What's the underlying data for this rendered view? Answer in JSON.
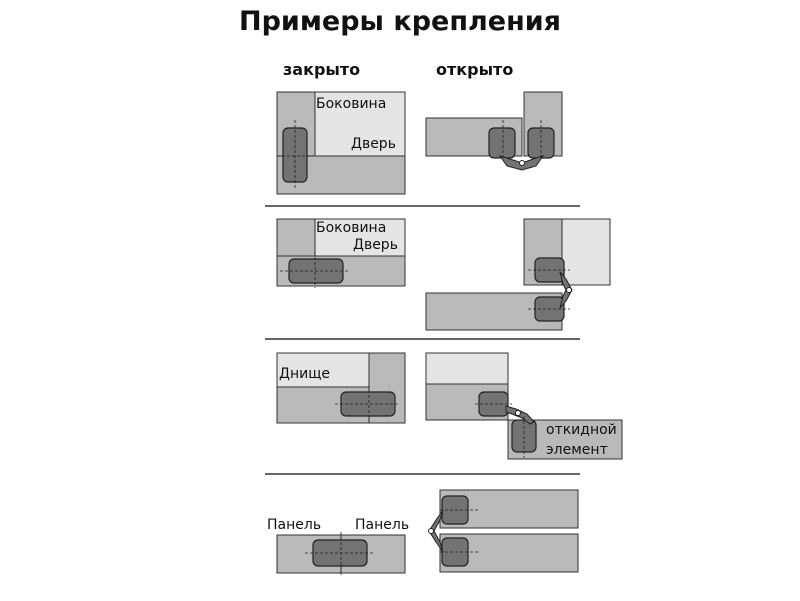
{
  "title": "Примеры крепления",
  "columns": {
    "closed": "закрыто",
    "open": "открыто"
  },
  "rows": [
    {
      "closed_labels": [
        "Боковина",
        "Дверь"
      ]
    },
    {
      "closed_labels": [
        "Боковина",
        "Дверь"
      ]
    },
    {
      "closed_labels": [
        "Днище"
      ],
      "open_labels": [
        "откидной",
        "элемент"
      ]
    },
    {
      "closed_labels": [
        "Панель",
        "Панель"
      ]
    }
  ],
  "colors": {
    "panel_dark": "#b9b9b9",
    "panel_light": "#e4e4e4",
    "hinge": "#737373",
    "outline": "#333333",
    "divider": "#333333"
  }
}
